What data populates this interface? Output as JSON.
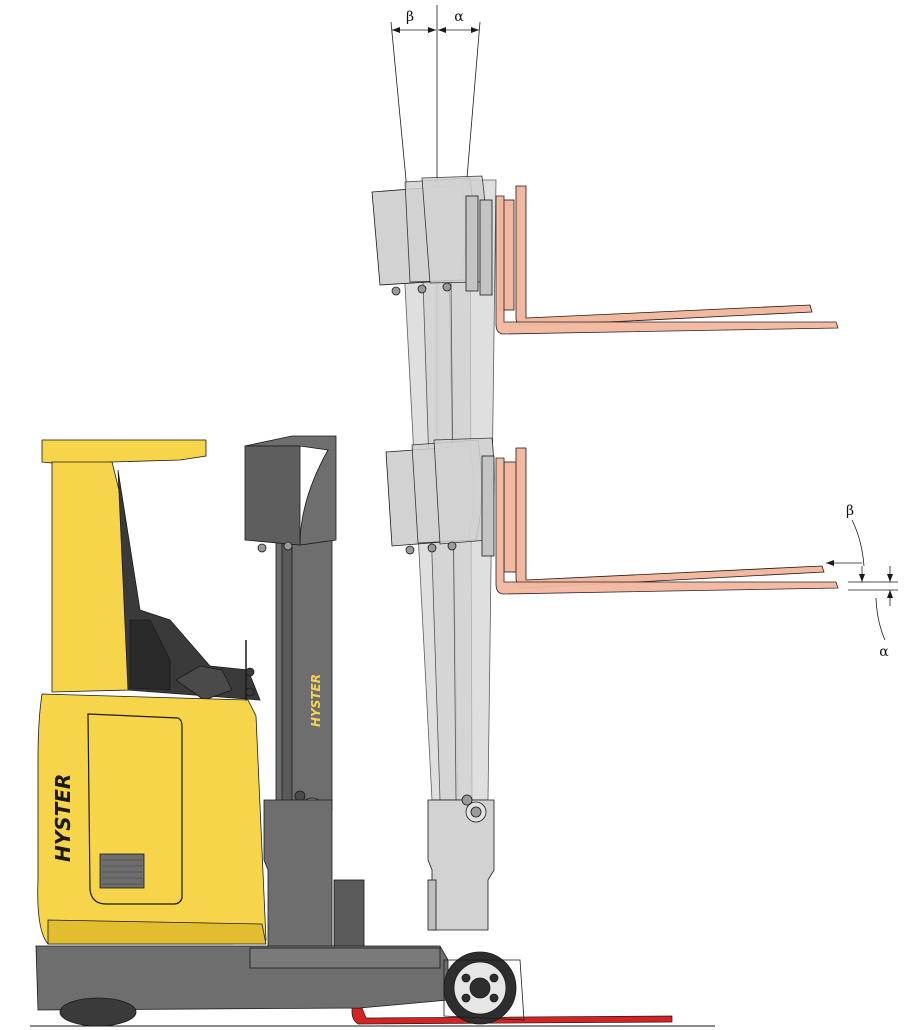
{
  "labels": {
    "beta_top": "β",
    "alpha_top": "α",
    "beta_right": "β",
    "alpha_right": "α",
    "brand_cab": "HYSTER",
    "brand_mast": "HYSTER"
  },
  "colors": {
    "truck_yellow": "#F7D54A",
    "truck_dark_grey": "#6E6E6E",
    "mast_light_grey": "#D2D2D2",
    "fork_salmon": "#F3B8A0",
    "fork_red": "#D42323",
    "line": "#1A1A1A"
  }
}
